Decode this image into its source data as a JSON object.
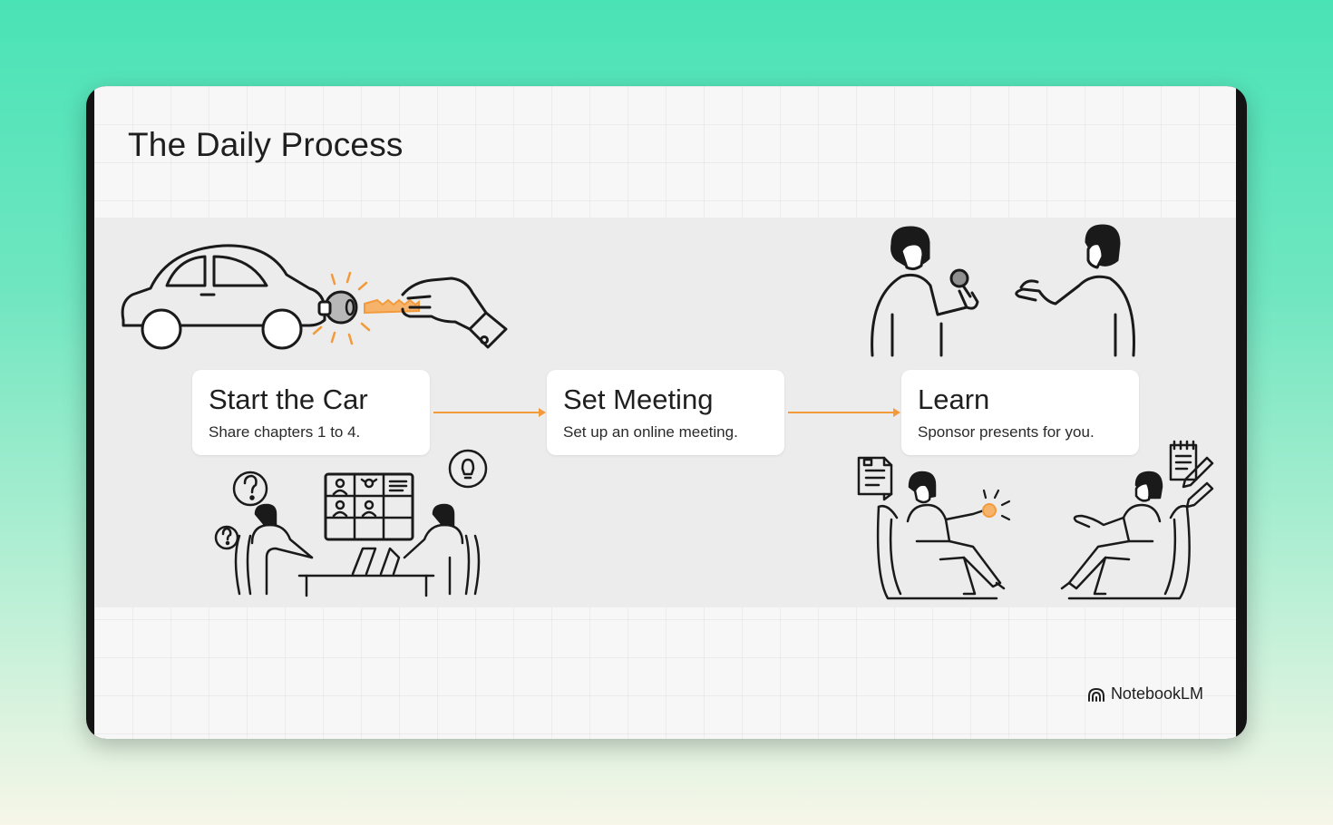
{
  "slide": {
    "title": "The Daily Process",
    "brand": "NotebookLM"
  },
  "steps": [
    {
      "title": "Start the Car",
      "description": "Share chapters 1 to 4."
    },
    {
      "title": "Set Meeting",
      "description": "Set up an online meeting."
    },
    {
      "title": "Learn",
      "description": "Sponsor presents for you."
    }
  ],
  "illustrations": [
    "car-with-key-icon",
    "online-meeting-icon",
    "interview-icon",
    "armchair-discussion-icon"
  ],
  "colors": {
    "accent": "#f39a3a",
    "ink": "#1f1f1f",
    "band": "#ececec",
    "background_top": "#4ae3b6",
    "background_bottom": "#f7f6e8"
  }
}
